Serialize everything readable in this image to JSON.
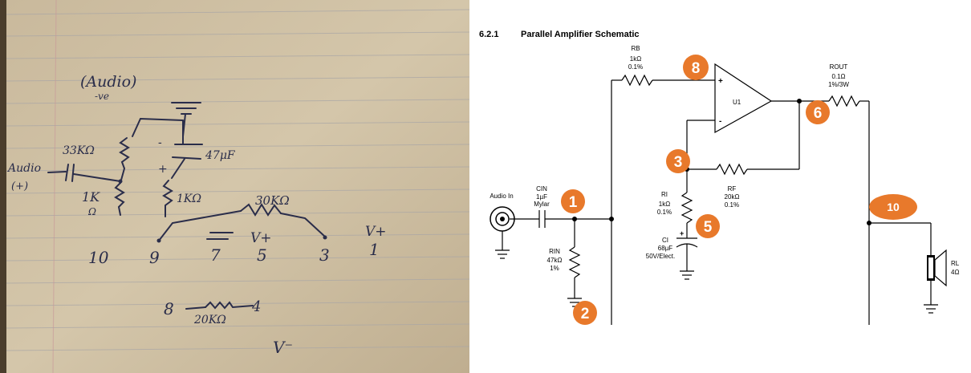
{
  "handwritten": {
    "audio_neg": "(Audio)",
    "audio_neg_sub": "-ve",
    "r33k": "33KΩ",
    "audio_pos": "Audio",
    "audio_pos_sub": "(+)",
    "r1k_left": "1K",
    "r1k_left_unit": "Ω",
    "cap47": "47μF",
    "cap_plus": "+",
    "cap_minus": "-",
    "r1k_mid": "1KΩ",
    "r30k": "30KΩ",
    "pins": [
      "10",
      "9",
      "7",
      "5",
      "3",
      "1"
    ],
    "vplus_5": "V+",
    "vplus_1": "V+",
    "pin8": "8",
    "pin4": "4",
    "r20k": "20KΩ",
    "vminus": "V⁻"
  },
  "schematic": {
    "section_num": "6.2.1",
    "title": "Parallel Amplifier Schematic",
    "rb_name": "RB",
    "rb_val": "1kΩ",
    "rb_tol": "0.1%",
    "rout_name": "ROUT",
    "rout_val": "0.1Ω",
    "rout_tol": "1%/3W",
    "u1": "U1",
    "plus": "+",
    "minus": "-",
    "cin_name": "CIN",
    "cin_val": "1µF",
    "cin_type": "Mylar",
    "audio_in": "Audio In",
    "ri_name": "RI",
    "ri_val": "1kΩ",
    "ri_tol": "0.1%",
    "rf_name": "RF",
    "rf_val": "20kΩ",
    "rf_tol": "0.1%",
    "ci_name": "CI",
    "ci_val": "68µF",
    "ci_type": "50V/Elect.",
    "rin_name": "RIN",
    "rin_val": "47kΩ",
    "rin_tol": "1%",
    "rl_name": "RL",
    "rl_val": "4Ω",
    "markers": [
      "8",
      "6",
      "3",
      "1",
      "5",
      "2",
      "10"
    ],
    "marker_color": "#e8792b"
  }
}
